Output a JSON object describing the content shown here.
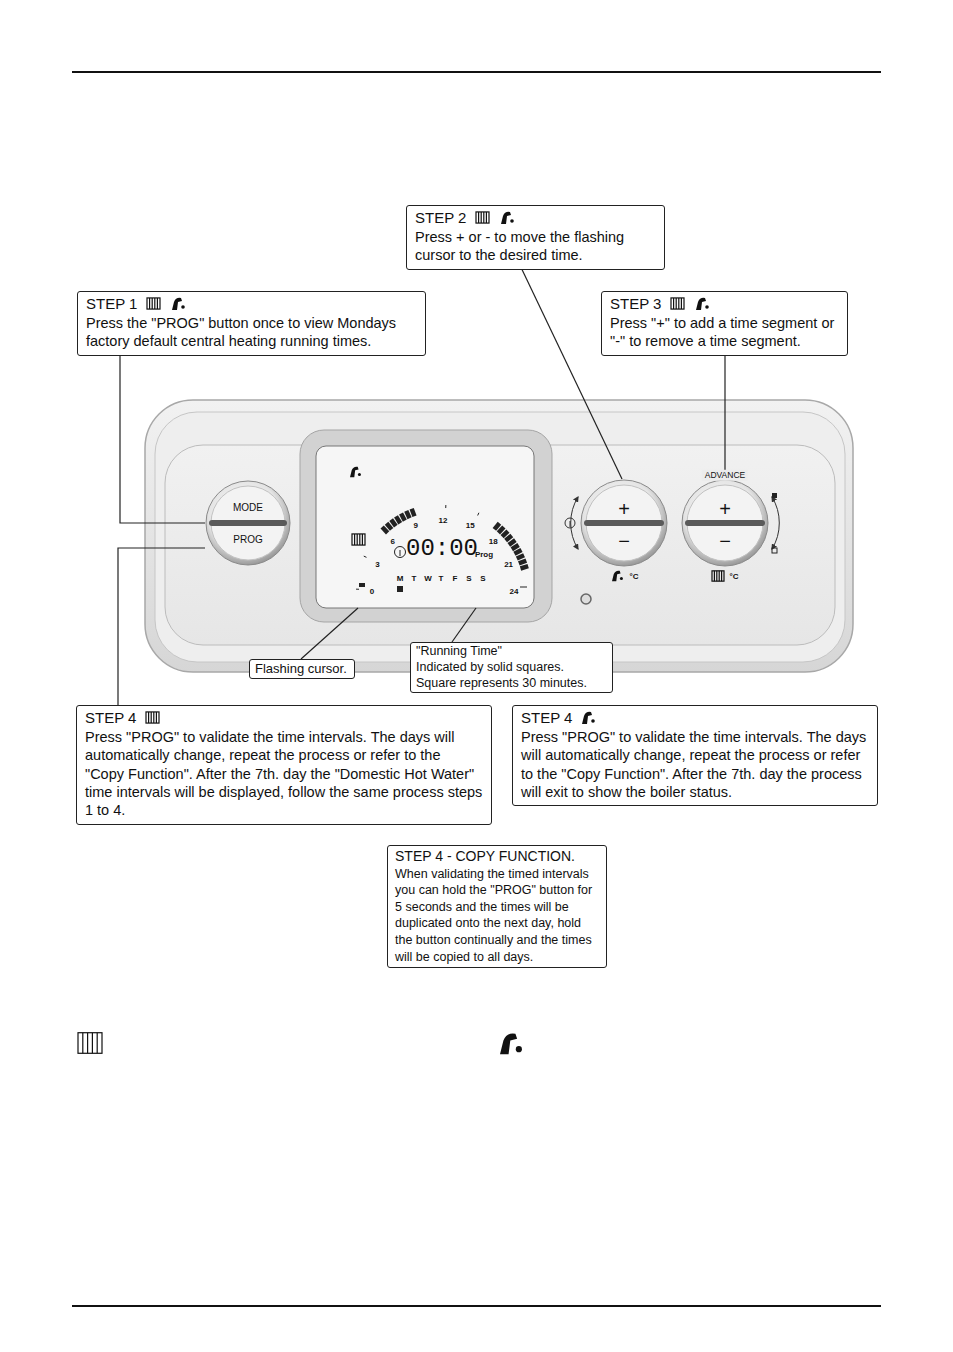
{
  "diagram": {
    "nodes": [
      {
        "text": [
          "STEP 2",
          "Press + or - to move the flashing cursor to the desired time."
        ]
      },
      {
        "text": [
          "STEP 1",
          "Press the \"PROG\" button once to view Mondays factory default central heating running times."
        ]
      },
      {
        "text": [
          "STEP 3",
          "Press \"+\" to add a time segment or \"-\" to remove a time segment."
        ]
      },
      {
        "text": [
          "MODE",
          "PROG"
        ]
      },
      {
        "text": [
          "0",
          "3",
          "6",
          "9",
          "12",
          "15",
          "18",
          "21",
          "24",
          "00:00",
          "Prog",
          "M",
          "T",
          "W",
          "T",
          "F",
          "S",
          "S"
        ]
      },
      {
        "text": [
          "+",
          "−"
        ]
      },
      {
        "text": [
          "ADVANCE",
          "+",
          "−"
        ]
      },
      {
        "text": [
          "Flashing cursor."
        ]
      },
      {
        "text": [
          "\"Running Time\"",
          "Indicated by solid squares. Square represents 30 minutes."
        ]
      },
      {
        "text": [
          "STEP 4",
          "Press \"PROG\" to validate the time intervals. The days will automatically change, repeat the process or refer to the \"Copy Function\". After the 7th. day the \"Domestic Hot Water\" time intervals will be displayed, follow the same process steps 1 to 4."
        ]
      },
      {
        "text": [
          "STEP 4",
          "Press \"PROG\" to validate the time intervals. The days will automatically change, repeat the process or refer to the \"Copy Function\". After the 7th. day the process will exit to show the boiler status."
        ]
      },
      {
        "text": [
          "STEP 4 - COPY FUNCTION.",
          "When validating the timed intervals you can hold the \"PROG\" button for 5 seconds and the times will be duplicated onto the next day, hold the button continually and the times will be copied to all days."
        ]
      }
    ],
    "edges": [
      {
        "from": 1,
        "to": 3,
        "arrow": "none"
      },
      {
        "from": 0,
        "to": 5,
        "arrow": "none"
      },
      {
        "from": 2,
        "to": 6,
        "arrow": "none"
      },
      {
        "from": 7,
        "to": 4,
        "arrow": "none"
      },
      {
        "from": 8,
        "to": 4,
        "arrow": "none"
      },
      {
        "from": 9,
        "to": 3,
        "arrow": "none"
      }
    ],
    "labels": [
      "°C",
      "°C"
    ]
  }
}
